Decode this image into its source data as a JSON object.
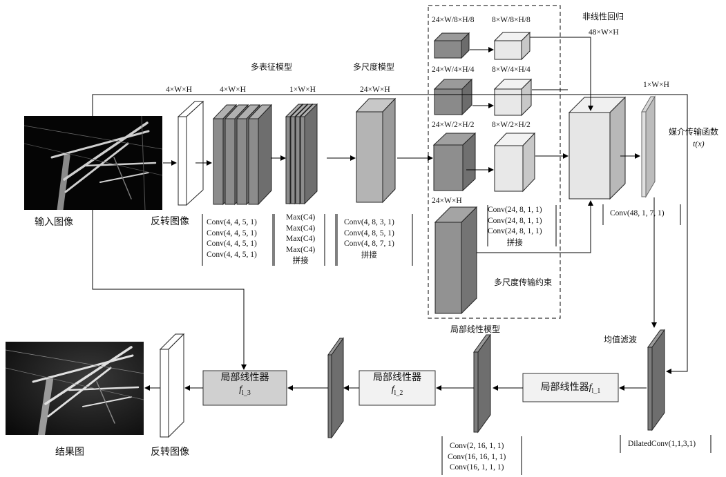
{
  "labels": {
    "input_image": "输入图像",
    "inverted_image_top": "反转图像",
    "inverted_image_bottom": "反转图像",
    "result_image": "结果图",
    "multi_rep_model": "多表征模型",
    "multi_scale_model": "多尺度模型",
    "nonlinear_regression": "非线性回归",
    "medium_transmission_fn": "媒介传输函数",
    "medium_transmission_sym": "t(x)",
    "multi_scale_constraint": "多尺度传输约束",
    "local_linear_model": "局部线性模型",
    "mean_filter": "均值滤波"
  },
  "dims": {
    "d_4WH_a": "4×W×H",
    "d_4WH_b": "4×W×H",
    "d_1WH_a": "1×W×H",
    "d_24WH_a": "24×W×H",
    "d_24W8": "24×W/8×H/8",
    "d_8W8": "8×W/8×H/8",
    "d_24W4": "24×W/4×H/4",
    "d_8W4": "8×W/4×H/4",
    "d_24W2": "24×W/2×H/2",
    "d_8W2": "8×W/2×H/2",
    "d_24WH_b": "24×W×H",
    "d_48WH": "48×W×H",
    "d_1WH_b": "1×W×H"
  },
  "layers": {
    "multi_rep": [
      "Conv(4, 4, 5, 1)",
      "Conv(4, 4, 5, 1)",
      "Conv(4, 4, 5, 1)",
      "Conv(4, 4, 5, 1)"
    ],
    "maxout": [
      "Max(C4)",
      "Max(C4)",
      "Max(C4)",
      "Max(C4)",
      "拼接"
    ],
    "multi_scale": [
      "Conv(4, 8, 3, 1)",
      "Conv(4, 8, 5, 1)",
      "Conv(4, 8, 7, 1)",
      "拼接"
    ],
    "pyramid": [
      "Conv(24, 8, 1, 1)",
      "Conv(24, 8, 1, 1)",
      "Conv(24, 8, 1, 1)",
      "拼接"
    ],
    "regression": "Conv(48, 1, 7, 1)",
    "dilated": "DilatedConv(1,1,3,1)",
    "local_linear": [
      "Conv(2, 16, 1, 1)",
      "Conv(16, 16, 1, 1)",
      "Conv(16, 1, 1, 1)"
    ]
  },
  "linearizers": {
    "title": "局部线性器",
    "f1": "f",
    "f1_sub": "l_1",
    "f2": "f",
    "f2_sub": "l_2",
    "f3": "f",
    "f3_sub": "l_3"
  },
  "colors": {
    "box_dark": "#7d7d7d",
    "box_mid": "#a8a8a8",
    "box_light": "#e6e6e6",
    "line": "#000000"
  }
}
